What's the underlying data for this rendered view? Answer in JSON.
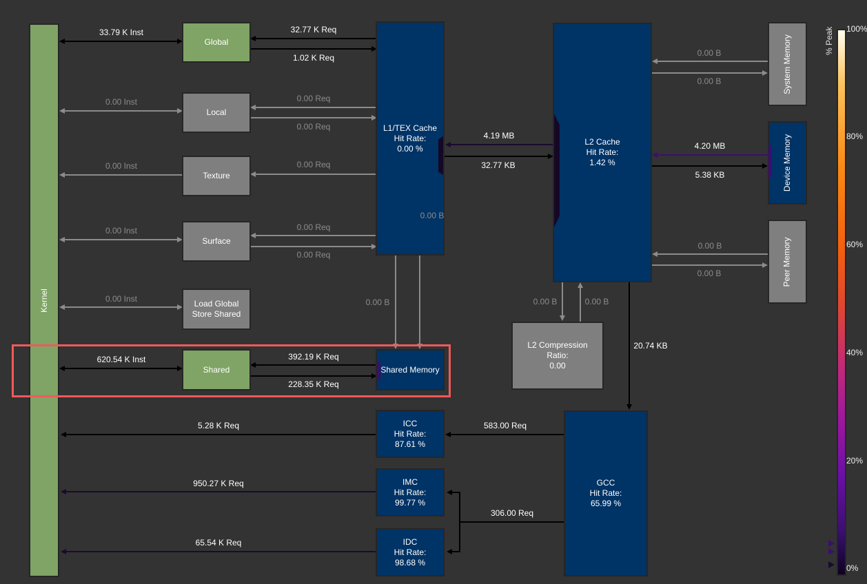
{
  "kernel": {
    "label": "Kernel"
  },
  "units": {
    "global": "Global",
    "local": "Local",
    "texture": "Texture",
    "surface": "Surface",
    "lgss": "Load Global\nStore Shared",
    "shared": "Shared"
  },
  "caches": {
    "l1tex": {
      "name": "L1/TEX Cache",
      "hit_label": "Hit Rate:",
      "hit": "0.00 %"
    },
    "shared_memory": {
      "name": "Shared Memory"
    },
    "l2": {
      "name": "L2 Cache",
      "hit_label": "Hit Rate:",
      "hit": "1.42 %"
    },
    "l2comp": {
      "name": "L2 Compression",
      "ratio_label": "Ratio:",
      "ratio": "0.00"
    },
    "icc": {
      "name": "ICC",
      "hit_label": "Hit Rate:",
      "hit": "87.61 %"
    },
    "imc": {
      "name": "IMC",
      "hit_label": "Hit Rate:",
      "hit": "99.77 %"
    },
    "idc": {
      "name": "IDC",
      "hit_label": "Hit Rate:",
      "hit": "98.68 %"
    },
    "gcc": {
      "name": "GCC",
      "hit_label": "Hit Rate:",
      "hit": "65.99 %"
    }
  },
  "memory": {
    "system": "System\nMemory",
    "device": "Device\nMemory",
    "peer": "Peer\nMemory"
  },
  "links": {
    "kernel_global": "33.79 K Inst",
    "global_l1_req": "32.77 K Req",
    "global_l1_resp": "1.02 K Req",
    "kernel_local": "0.00 Inst",
    "local_l1_req": "0.00 Req",
    "local_l1_resp": "0.00 Req",
    "kernel_texture": "0.00 Inst",
    "texture_l1": "0.00 Req",
    "kernel_surface": "0.00 Inst",
    "surface_l1_req": "0.00 Req",
    "surface_l1_resp": "0.00 Req",
    "kernel_lgss": "0.00 Inst",
    "l1_shared_a": "0.00 B",
    "l1_shared_b": "0.00 B",
    "kernel_shared": "620.54 K Inst",
    "shared_smem_req": "392.19 K Req",
    "shared_smem_resp": "228.35 K Req",
    "l2_l1": "4.19 MB",
    "l1_l2": "32.77 KB",
    "sys_l2": "0.00 B",
    "l2_sys": "0.00 B",
    "dev_l2": "4.20 MB",
    "l2_dev": "5.38 KB",
    "peer_l2": "0.00 B",
    "l2_peer": "0.00 B",
    "l2_comp_down": "0.00 B",
    "l2_comp_up": "0.00 B",
    "l2_gcc": "20.74 KB",
    "icc_kernel": "5.28 K Req",
    "gcc_icc": "583.00 Req",
    "imc_kernel": "950.27 K Req",
    "gcc_imc_idc": "306.00 Req",
    "idc_kernel": "65.54 K Req"
  },
  "legend": {
    "title": "% Peak",
    "ticks": [
      "100%",
      "80%",
      "60%",
      "40%",
      "20%",
      "0%"
    ],
    "tick_values": [
      100,
      80,
      60,
      40,
      20,
      0
    ]
  },
  "colors": {
    "background": "#333333",
    "unit_green": "#7fa465",
    "unit_gray": "#7f7f7f",
    "cache_blue": "#003366",
    "highlight": "#f05a5a",
    "active_link": "#000000",
    "inactive_link": "#8c8c8c",
    "low_util_purple": "#3b0f70"
  }
}
